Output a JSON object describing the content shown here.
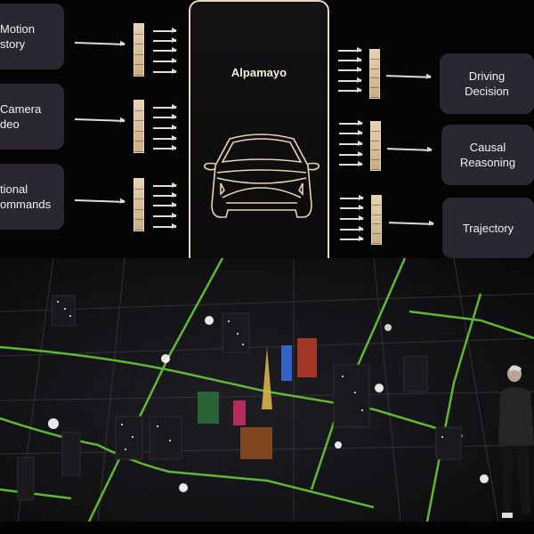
{
  "diagram": {
    "model_name": "Alpamayo",
    "inputs": [
      {
        "label": "Motion\nHistory",
        "visible_label": "Motion\nstory"
      },
      {
        "label": "Camera\nVideo",
        "visible_label": "Camera\ndeo"
      },
      {
        "label": "Navigational\nCommands",
        "visible_label": "tional\nommands"
      }
    ],
    "outputs": [
      {
        "label": "Driving\nDecision"
      },
      {
        "label": "Causal\nReasoning"
      },
      {
        "label": "Trajectory"
      }
    ],
    "colors": {
      "box_fill": "#2a2730",
      "token_fill": "#d9c19d",
      "model_outline": "#e6d7c2",
      "road_glow": "#6fd33a",
      "background": "#040404"
    }
  },
  "scene": {
    "backdrop": "3D night city map with glowing green roads",
    "presenter": "speaker in leather jacket on stage, right side"
  }
}
